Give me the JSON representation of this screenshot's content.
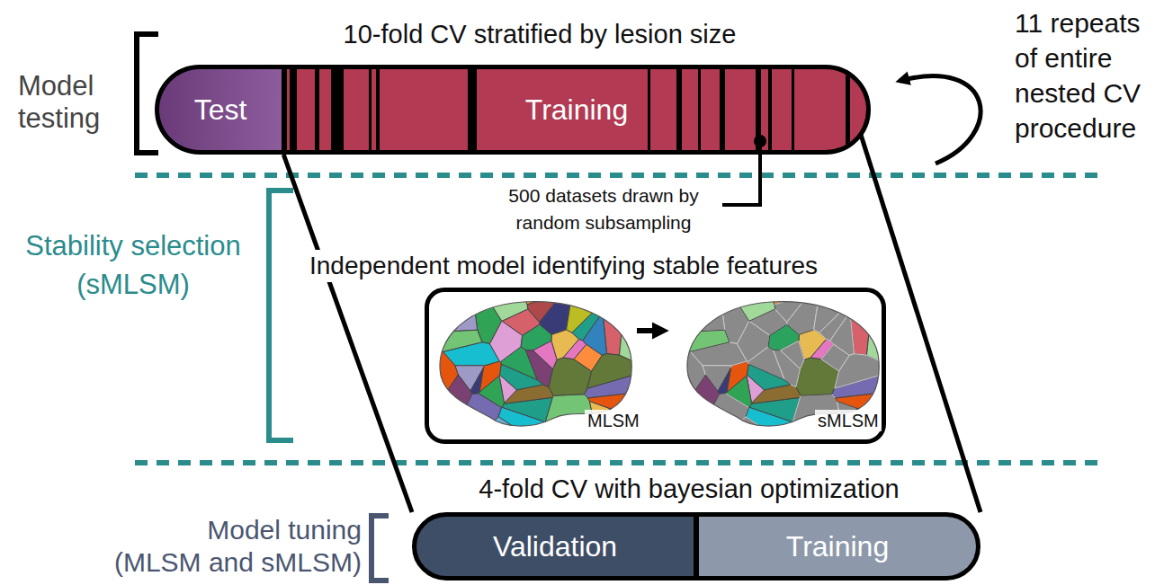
{
  "diagram": {
    "nodes": [
      {
        "text": [
          "10-fold CV stratified by lesion size"
        ]
      },
      {
        "text": [
          "Test"
        ],
        "in": 0
      },
      {
        "text": [
          "Training"
        ],
        "in": 0
      },
      {
        "text": [
          "Independent model identifying stable features"
        ]
      },
      {
        "text": [
          "4-fold CV with bayesian optimization"
        ]
      },
      {
        "text": [
          "Validation"
        ],
        "in": 4
      },
      {
        "text": [
          "Training"
        ],
        "in": 4
      }
    ],
    "edges": [
      {
        "from": 0,
        "to": 4,
        "arrow": "none"
      },
      {
        "from": 0,
        "to": 4,
        "arrow": "none"
      }
    ],
    "labels": [
      "Model testing",
      "11 repeats of entire nested CV procedure",
      "500 datasets drawn by random subsampling",
      "Stability selection (sMLSM)",
      "MLSM",
      "sMLSM",
      "Model tuning (MLSM and sMLSM)"
    ]
  }
}
